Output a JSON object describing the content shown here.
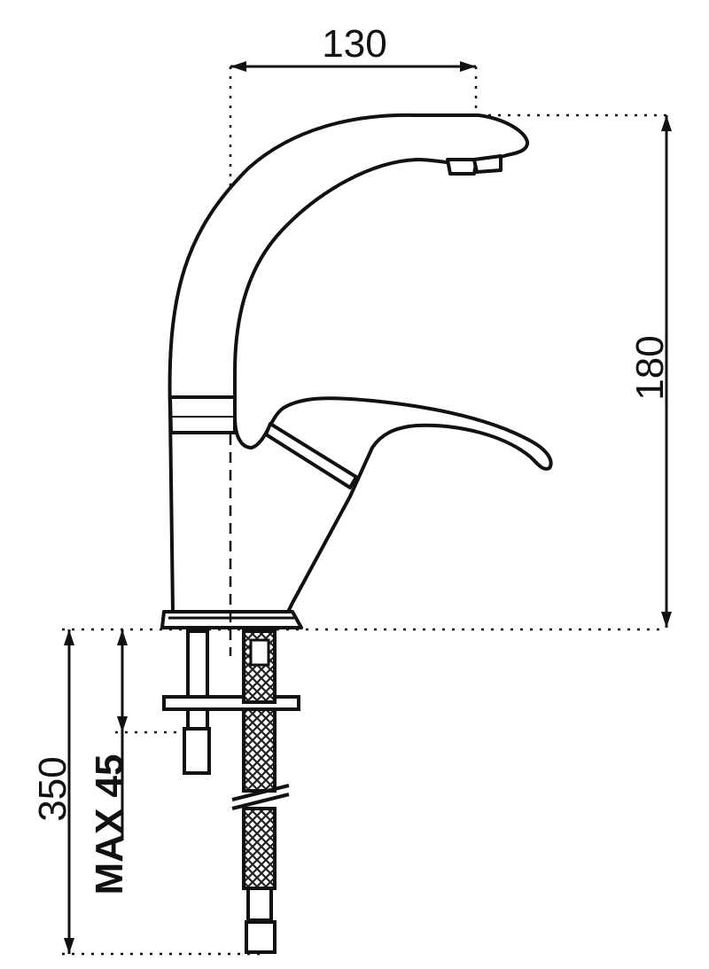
{
  "drawing": {
    "subject": "single-lever-mixer-tap",
    "dimensions": {
      "spout_reach": "130",
      "height": "180",
      "hose_length": "350",
      "max_thickness": "MAX 45"
    },
    "colors": {
      "line": "#111111",
      "background": "#ffffff",
      "mesh": "#222222"
    }
  }
}
